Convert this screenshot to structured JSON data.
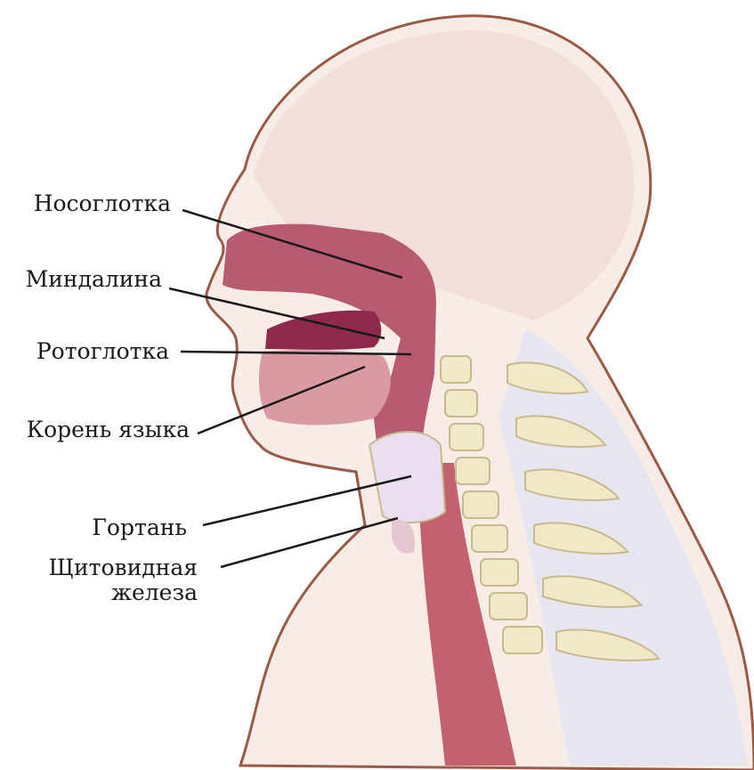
{
  "labels": {
    "nasopharynx": "Носоглотка",
    "tonsil": "Миндалина",
    "oropharynx": "Ротоглотка",
    "tongue_root": "Корень языка",
    "larynx": "Гортань",
    "thyroid_line1": "Щитовидная",
    "thyroid_line2": "железа"
  },
  "colors": {
    "outline": "#9a5a45",
    "skin": "#f8ece7",
    "skull": "#f2dedd",
    "neck_back": "#e6e6f0",
    "cavity": "#b85a72",
    "cavity_dark": "#8e2a4c",
    "bone": "#f1e8c8",
    "bone_edge": "#c9b98c",
    "cartilage": "#e9dff0",
    "trachea": "#c3626e",
    "leader": "#1a1a1a"
  }
}
